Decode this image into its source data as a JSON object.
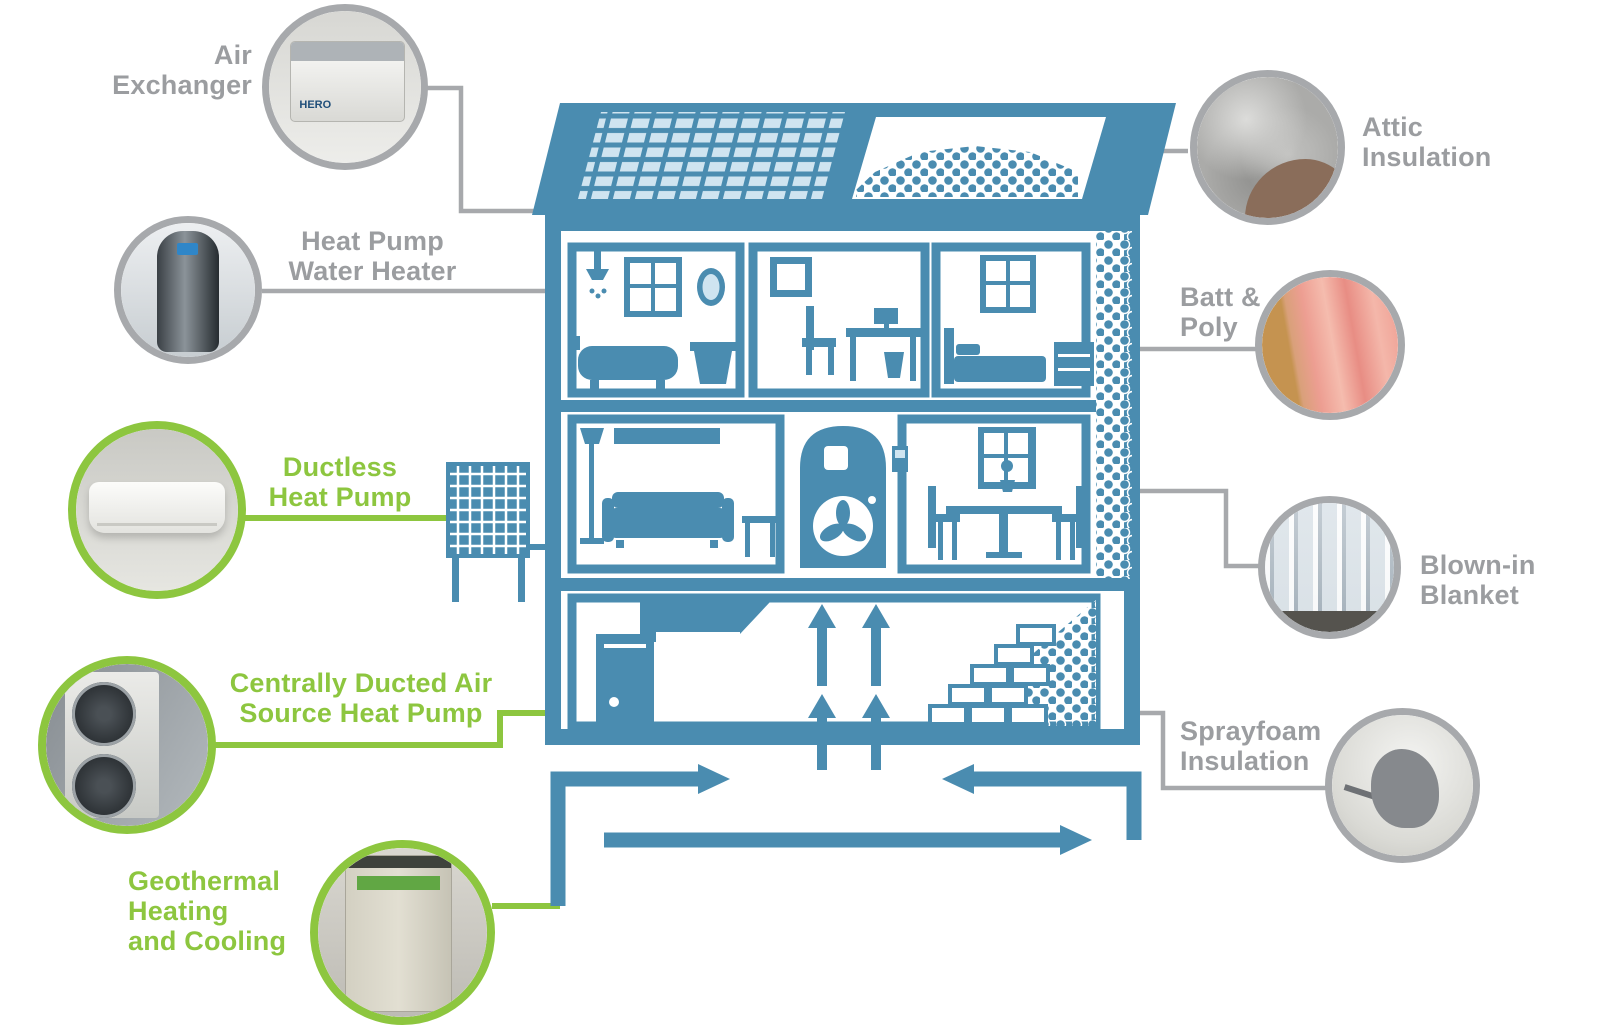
{
  "colors": {
    "house_blue": "#4A8CB0",
    "house_light_blue": "#CFE4F0",
    "accent_green": "#8DC63F",
    "label_gray": "#9B9DA0"
  },
  "callouts": {
    "air_exchanger": {
      "lines": [
        "Air",
        "Exchanger"
      ],
      "style": "gray",
      "photo": "air-exchanger-unit-photo"
    },
    "heat_pump_water_heater": {
      "lines": [
        "Heat Pump",
        "Water Heater"
      ],
      "style": "gray",
      "photo": "water-heater-photo"
    },
    "ductless_heat_pump": {
      "lines": [
        "Ductless",
        "Heat Pump"
      ],
      "style": "green",
      "photo": "ductless-mini-split-photo"
    },
    "centrally_ducted": {
      "lines": [
        "Centrally Ducted Air",
        "Source Heat Pump"
      ],
      "style": "green",
      "photo": "outdoor-heat-pump-photo"
    },
    "geothermal": {
      "lines": [
        "Geothermal",
        "Heating",
        "and Cooling"
      ],
      "style": "green",
      "photo": "geothermal-unit-photo"
    },
    "attic_insulation": {
      "lines": [
        "Attic",
        "Insulation"
      ],
      "style": "gray",
      "photo": "loose-insulation-photo"
    },
    "batt_poly": {
      "lines": [
        "Batt &",
        "Poly"
      ],
      "style": "gray",
      "photo": "batt-insulation-photo"
    },
    "blown_in_blanket": {
      "lines": [
        "Blown-in",
        "Blanket"
      ],
      "style": "gray",
      "photo": "wall-blanket-photo"
    },
    "sprayfoam_insulation": {
      "lines": [
        "Sprayfoam",
        "Insulation"
      ],
      "style": "gray",
      "photo": "sprayfoam-photo"
    }
  },
  "photo_texts": {
    "air_exchanger_unit": "HERO"
  }
}
